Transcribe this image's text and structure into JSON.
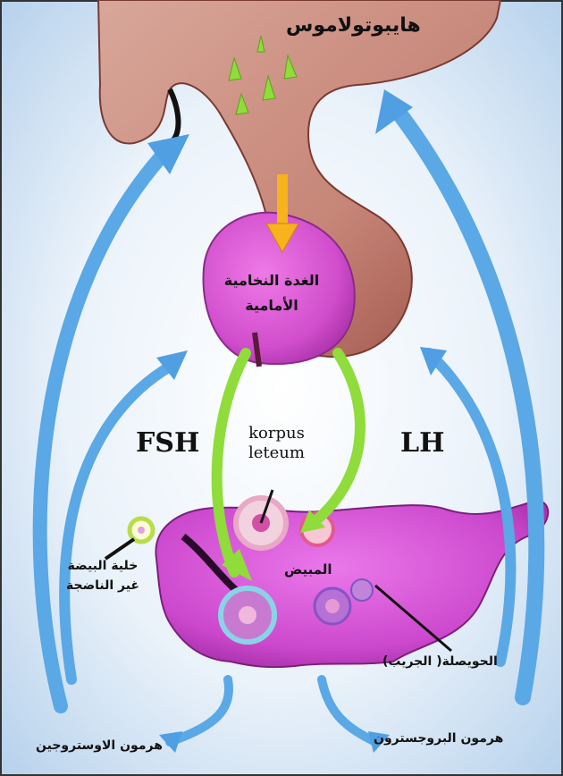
{
  "labels": {
    "hypothalamus": "هايبوتولاموس",
    "anterior_pituitary_line1": "الغدة النخامية",
    "anterior_pituitary_line2": "الأمامية",
    "fsh": "FSH",
    "lh": "LH",
    "corpus_luteum_line1": "korpus",
    "corpus_luteum_line2": "leteum",
    "ovary": "المبيض",
    "immature_egg_line1": "خلية البيضة",
    "immature_egg_line2": "غير الناضجة",
    "follicle": "الحويصلة( الجريب)",
    "estrogen": "هرمون الاوستروجين",
    "progesterone": "هرمون البروجسترون"
  },
  "colors": {
    "background_center": "#ffffff",
    "background_edge": "#bcd6ee",
    "hypothalamus_tissue": "#c98f82",
    "pituitary": "#d84fcf",
    "ovary": "#d14fd2",
    "feedback_arrow": "#5aa8e6",
    "stimulus_arrow": "#8fdc3a",
    "release_arrow": "#f7b21c"
  }
}
